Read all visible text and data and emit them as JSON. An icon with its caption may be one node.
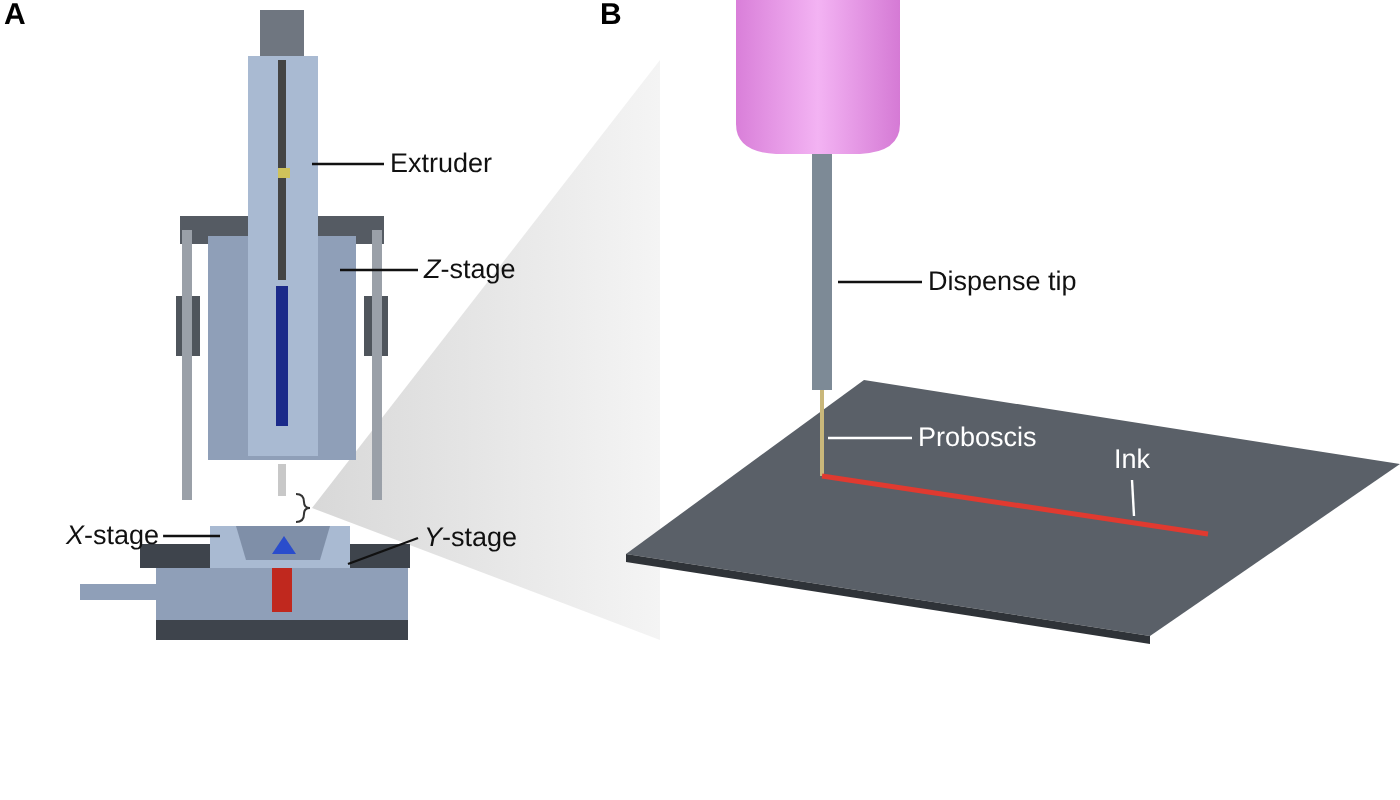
{
  "diagram": {
    "nodes": [
      {
        "text": [
          "Extruder"
        ]
      },
      {
        "text": [
          "*Z*-stage"
        ]
      },
      {
        "text": [
          "*X*-stage"
        ]
      },
      {
        "text": [
          "*Y*-stage"
        ]
      },
      {
        "text": [
          "Dispense tip"
        ]
      },
      {
        "text": [
          "Proboscis"
        ]
      },
      {
        "text": [
          "Ink"
        ]
      }
    ],
    "edges": [
      {
        "from": 0,
        "to": null,
        "arrow": "none"
      },
      {
        "from": 1,
        "to": null,
        "arrow": "none"
      },
      {
        "from": 2,
        "to": null,
        "arrow": "none"
      },
      {
        "from": 3,
        "to": null,
        "arrow": "none"
      },
      {
        "from": 4,
        "to": null,
        "arrow": "none"
      },
      {
        "from": 5,
        "to": null,
        "arrow": "none",
        "color": "#ffffff"
      },
      {
        "from": 6,
        "to": null,
        "arrow": "none",
        "color": "#ffffff"
      }
    ],
    "labels": [
      "A",
      "B"
    ]
  }
}
